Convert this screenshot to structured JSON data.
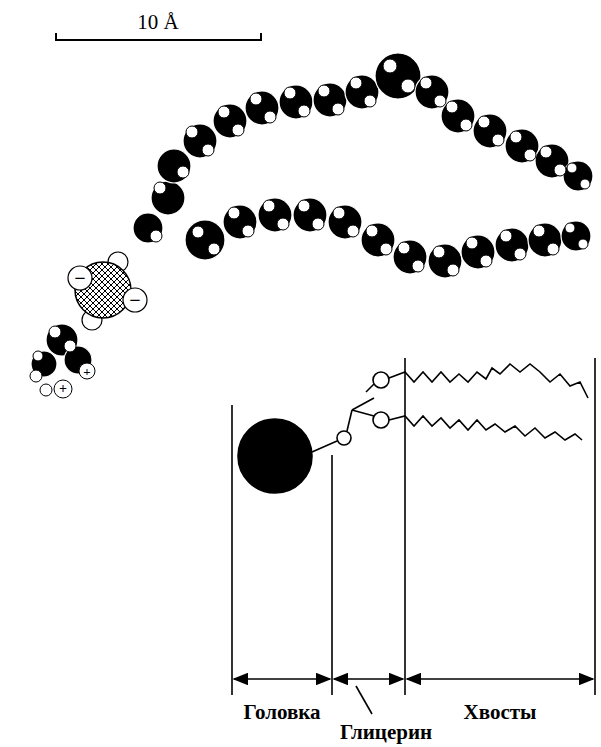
{
  "diagram": {
    "labels": [
      "10 Å",
      "−",
      "−",
      "+",
      "+",
      "Головка",
      "Глицерин",
      "Хвосты"
    ]
  }
}
